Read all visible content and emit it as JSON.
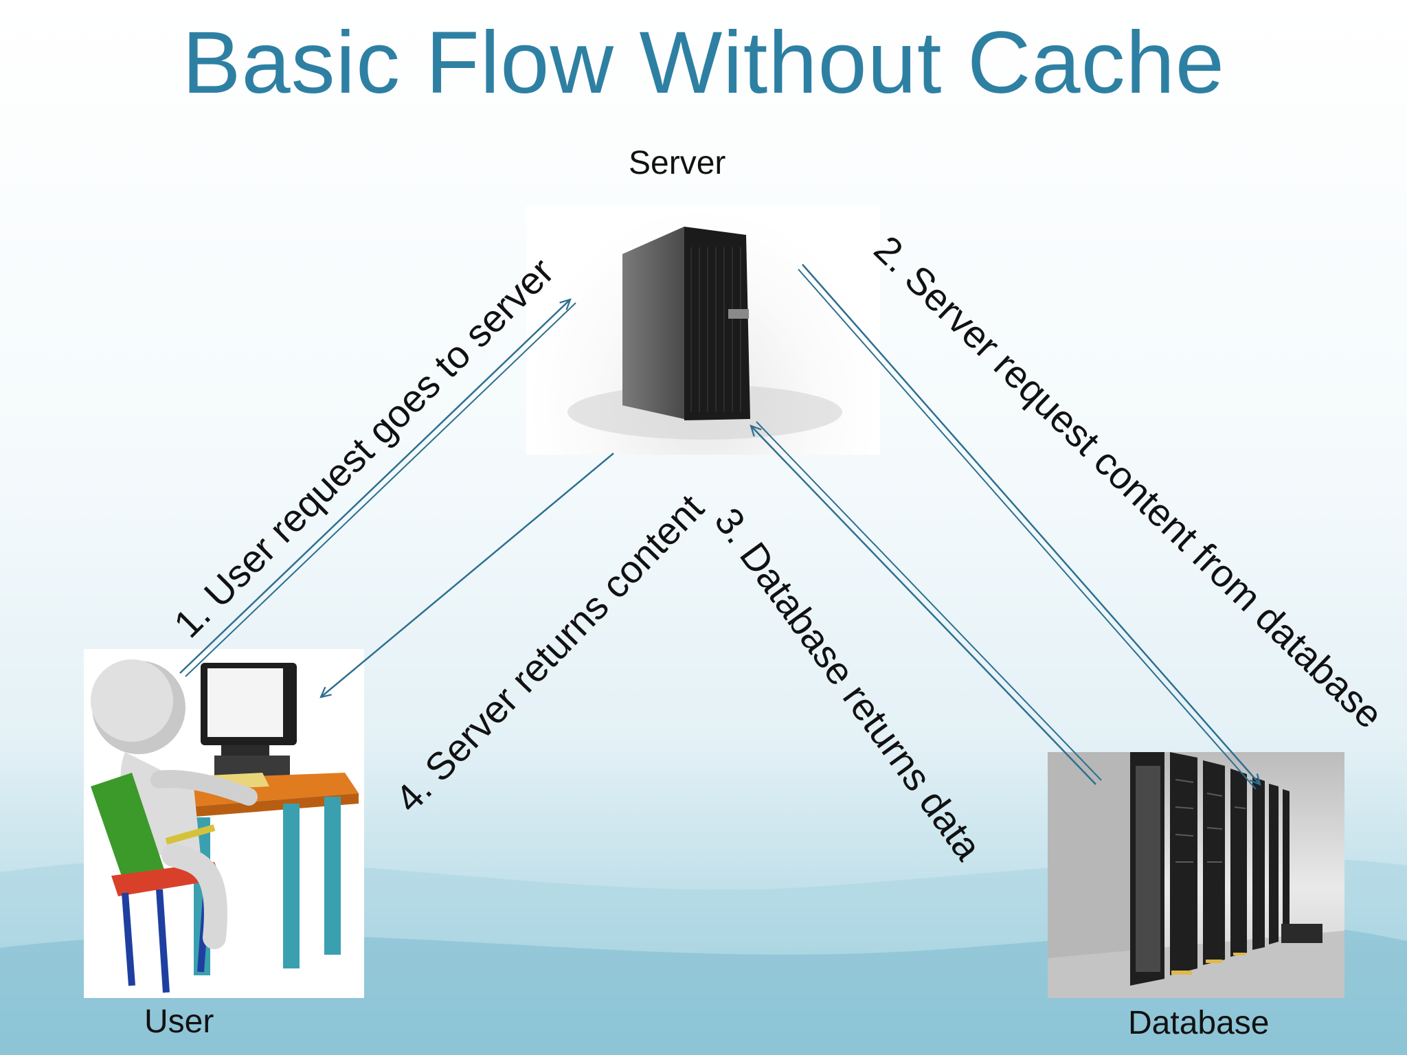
{
  "slide": {
    "title": "Basic Flow Without Cache",
    "accent_color": "#2e80a3"
  },
  "nodes": {
    "server": {
      "label": "Server",
      "icon": "server-tower-icon"
    },
    "user": {
      "label": "User",
      "icon": "user-at-computer-icon"
    },
    "database": {
      "label": "Database",
      "icon": "data-center-icon"
    }
  },
  "steps": [
    {
      "label": "1. User request goes to server",
      "from": "user",
      "to": "server"
    },
    {
      "label": "2. Server request content from database",
      "from": "server",
      "to": "database"
    },
    {
      "label": "3. Database returns data",
      "from": "database",
      "to": "server"
    },
    {
      "label": "4. Server returns content",
      "from": "server",
      "to": "user"
    }
  ]
}
